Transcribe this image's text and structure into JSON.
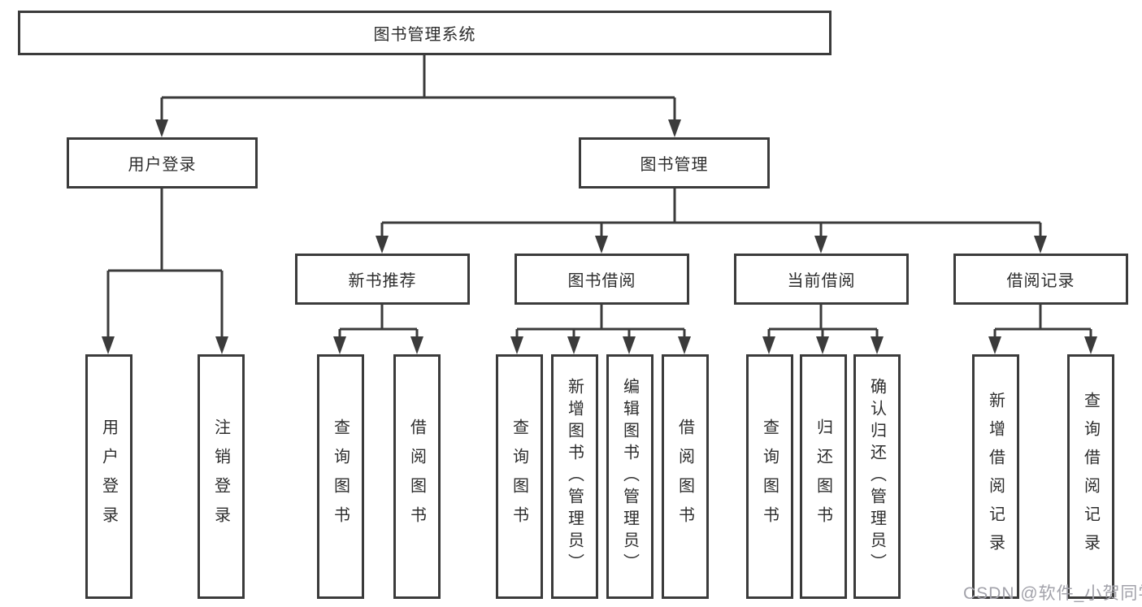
{
  "diagram": {
    "root": {
      "label": "图书管理系统"
    },
    "level2": {
      "user_login": {
        "label": "用户登录"
      },
      "book_mgmt": {
        "label": "图书管理"
      }
    },
    "level3": {
      "new_book_rec": {
        "label": "新书推荐"
      },
      "book_borrow": {
        "label": "图书借阅"
      },
      "current_borrow": {
        "label": "当前借阅"
      },
      "borrow_records": {
        "label": "借阅记录"
      }
    },
    "leaves": {
      "ul_login": {
        "label": "用户登录"
      },
      "ul_logout": {
        "label": "注销登录"
      },
      "nb_query": {
        "label": "查询图书"
      },
      "nb_borrow": {
        "label": "借阅图书"
      },
      "bb_query": {
        "label": "查询图书"
      },
      "bb_add": {
        "label": "新增图书（管理员）"
      },
      "bb_edit": {
        "label": "编辑图书（管理员）"
      },
      "bb_borrow": {
        "label": "借阅图书"
      },
      "cb_query": {
        "label": "查询图书"
      },
      "cb_return": {
        "label": "归还图书"
      },
      "cb_confirm": {
        "label": "确认归还（管理员）"
      },
      "br_add": {
        "label": "新增借阅记录"
      },
      "br_query": {
        "label": "查询借阅记录"
      }
    },
    "hierarchy": {
      "图书管理系统": [
        "用户登录",
        "图书管理"
      ],
      "用户登录": [
        "用户登录",
        "注销登录"
      ],
      "图书管理": [
        "新书推荐",
        "图书借阅",
        "当前借阅",
        "借阅记录"
      ],
      "新书推荐": [
        "查询图书",
        "借阅图书"
      ],
      "图书借阅": [
        "查询图书",
        "新增图书（管理员）",
        "编辑图书（管理员）",
        "借阅图书"
      ],
      "当前借阅": [
        "查询图书",
        "归还图书",
        "确认归还（管理员）"
      ],
      "借阅记录": [
        "新增借阅记录",
        "查询借阅记录"
      ]
    },
    "colors": {
      "line": "#3b3b3b",
      "box_fill": "#ffffff",
      "text": "#2d2d2d",
      "watermark": "#a2a2aa",
      "background": "#ffffff"
    }
  },
  "watermark": {
    "text": "CSDN @软件_小贺同学"
  }
}
